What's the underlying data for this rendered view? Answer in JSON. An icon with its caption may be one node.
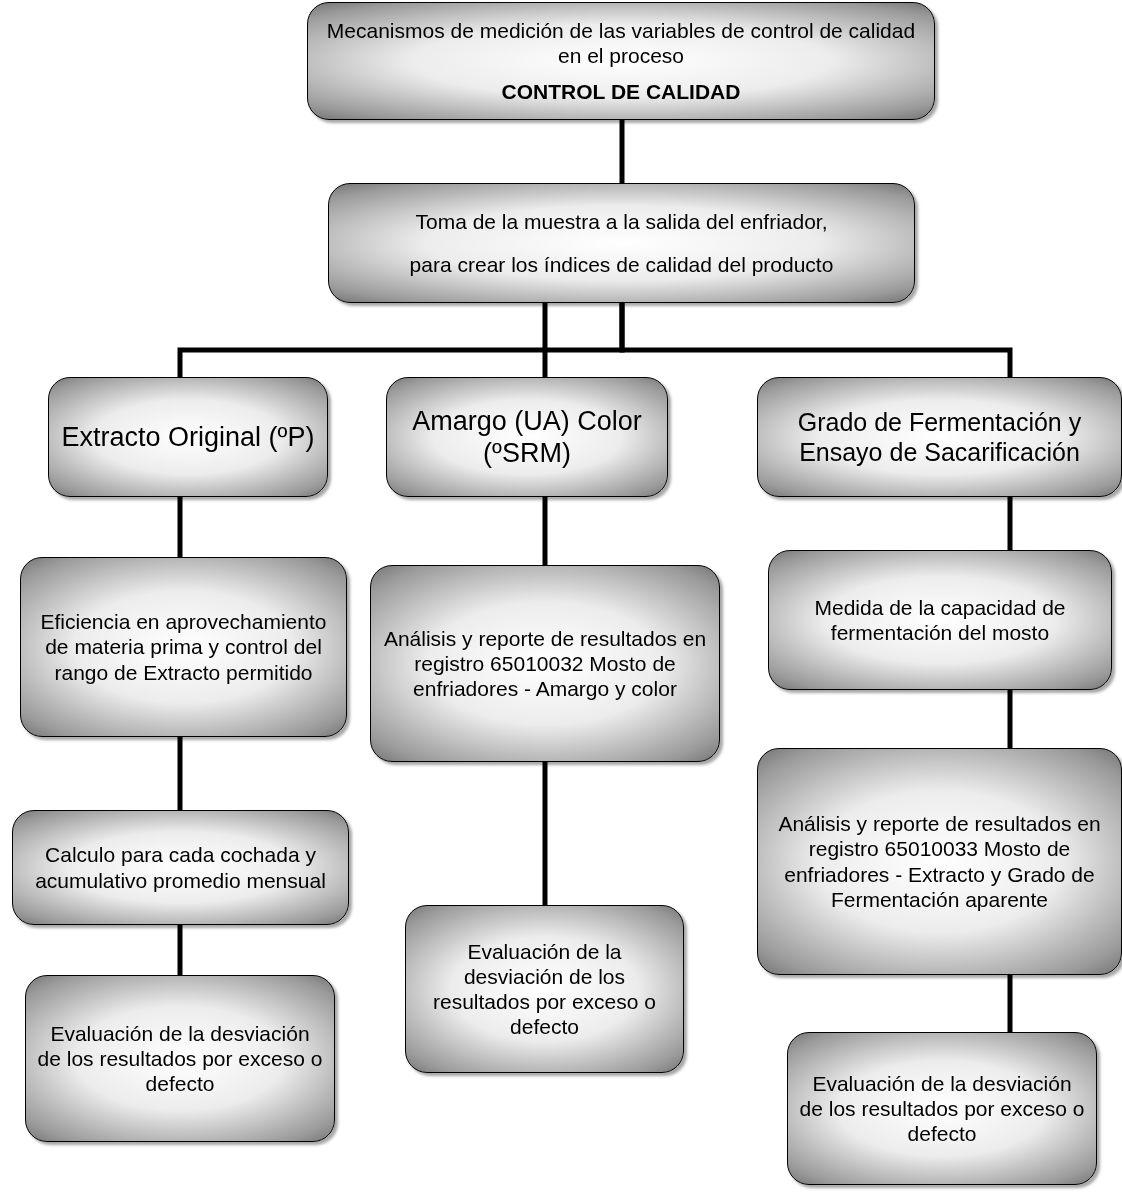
{
  "diagram": {
    "nodes": [
      {
        "text": [
          "Mecanismos de medición de las variables de control  de calidad en el proceso",
          "CONTROL DE CALIDAD"
        ]
      },
      {
        "text": [
          "Toma de la muestra a la salida del enfriador,",
          "para  crear los índices de calidad del producto"
        ]
      },
      {
        "text": [
          "Extracto Original (ºP)"
        ]
      },
      {
        "text": [
          "Amargo (UA) Color (ºSRM)"
        ]
      },
      {
        "text": [
          "Grado de Fermentación y Ensayo de Sacarificación"
        ]
      },
      {
        "text": [
          "Eficiencia en aprovechamiento de materia prima y control del rango de Extracto permitido"
        ]
      },
      {
        "text": [
          "Análisis y reporte de resultados en registro 65010032 Mosto de enfriadores  - Amargo y color"
        ]
      },
      {
        "text": [
          "Medida de la capacidad de fermentación del mosto"
        ]
      },
      {
        "text": [
          "Calculo para cada cochada y acumulativo promedio mensual"
        ]
      },
      {
        "text": [
          "Evaluación de la desviación de los resultados por exceso o defecto"
        ]
      },
      {
        "text": [
          "Análisis y reporte de resultados en registro 65010033 Mosto de enfriadores - Extracto y Grado de Fermentación aparente"
        ]
      },
      {
        "text": [
          "Evaluación de la desviación de los resultados por exceso o defecto"
        ]
      },
      {
        "text": [
          "Evaluación de la desviación de los resultados por exceso o defecto"
        ]
      }
    ],
    "edges": [
      {
        "from": 0,
        "to": 1,
        "arrow": "none"
      },
      {
        "from": 1,
        "to": 2,
        "arrow": "none"
      },
      {
        "from": 1,
        "to": 3,
        "arrow": "none"
      },
      {
        "from": 1,
        "to": 4,
        "arrow": "none"
      },
      {
        "from": 2,
        "to": 5,
        "arrow": "none"
      },
      {
        "from": 5,
        "to": 8,
        "arrow": "none"
      },
      {
        "from": 8,
        "to": 11,
        "arrow": "none"
      },
      {
        "from": 3,
        "to": 6,
        "arrow": "none"
      },
      {
        "from": 6,
        "to": 9,
        "arrow": "none"
      },
      {
        "from": 4,
        "to": 7,
        "arrow": "none"
      },
      {
        "from": 7,
        "to": 10,
        "arrow": "none"
      },
      {
        "from": 10,
        "to": 12,
        "arrow": "none"
      }
    ]
  }
}
